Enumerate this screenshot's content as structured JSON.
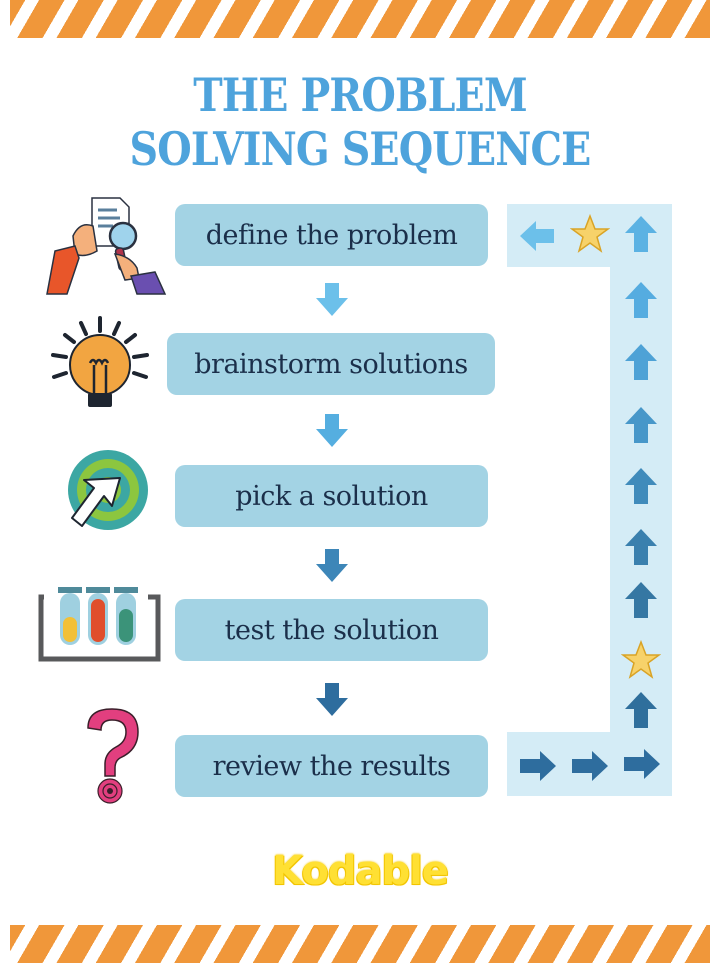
{
  "title": {
    "line1": "THE PROBLEM",
    "line2": "SOLVING SEQUENCE"
  },
  "colors": {
    "title": "#4ea3dc",
    "stripe": "#f0973a",
    "step_box": "#a3d3e4",
    "step_text": "#1b2f4a",
    "panel": "#d4ecf6",
    "logo": "#ffe033"
  },
  "steps": [
    {
      "label": "define the problem",
      "icon": "magnifying-glass-document-icon"
    },
    {
      "label": "brainstorm solutions",
      "icon": "lightbulb-icon"
    },
    {
      "label": "pick a solution",
      "icon": "target-cursor-icon"
    },
    {
      "label": "test the solution",
      "icon": "test-tubes-icon"
    },
    {
      "label": "review the results",
      "icon": "question-mark-icon"
    }
  ],
  "loop_panel": {
    "top_row": [
      "arrow-left",
      "star",
      "arrow-up"
    ],
    "column": [
      "arrow-up",
      "arrow-up",
      "arrow-up",
      "arrow-up",
      "arrow-up",
      "arrow-up",
      "star",
      "arrow-up"
    ],
    "bottom_row": [
      "arrow-right",
      "arrow-right",
      "arrow-right"
    ]
  },
  "logo": {
    "text": "Kodable"
  }
}
